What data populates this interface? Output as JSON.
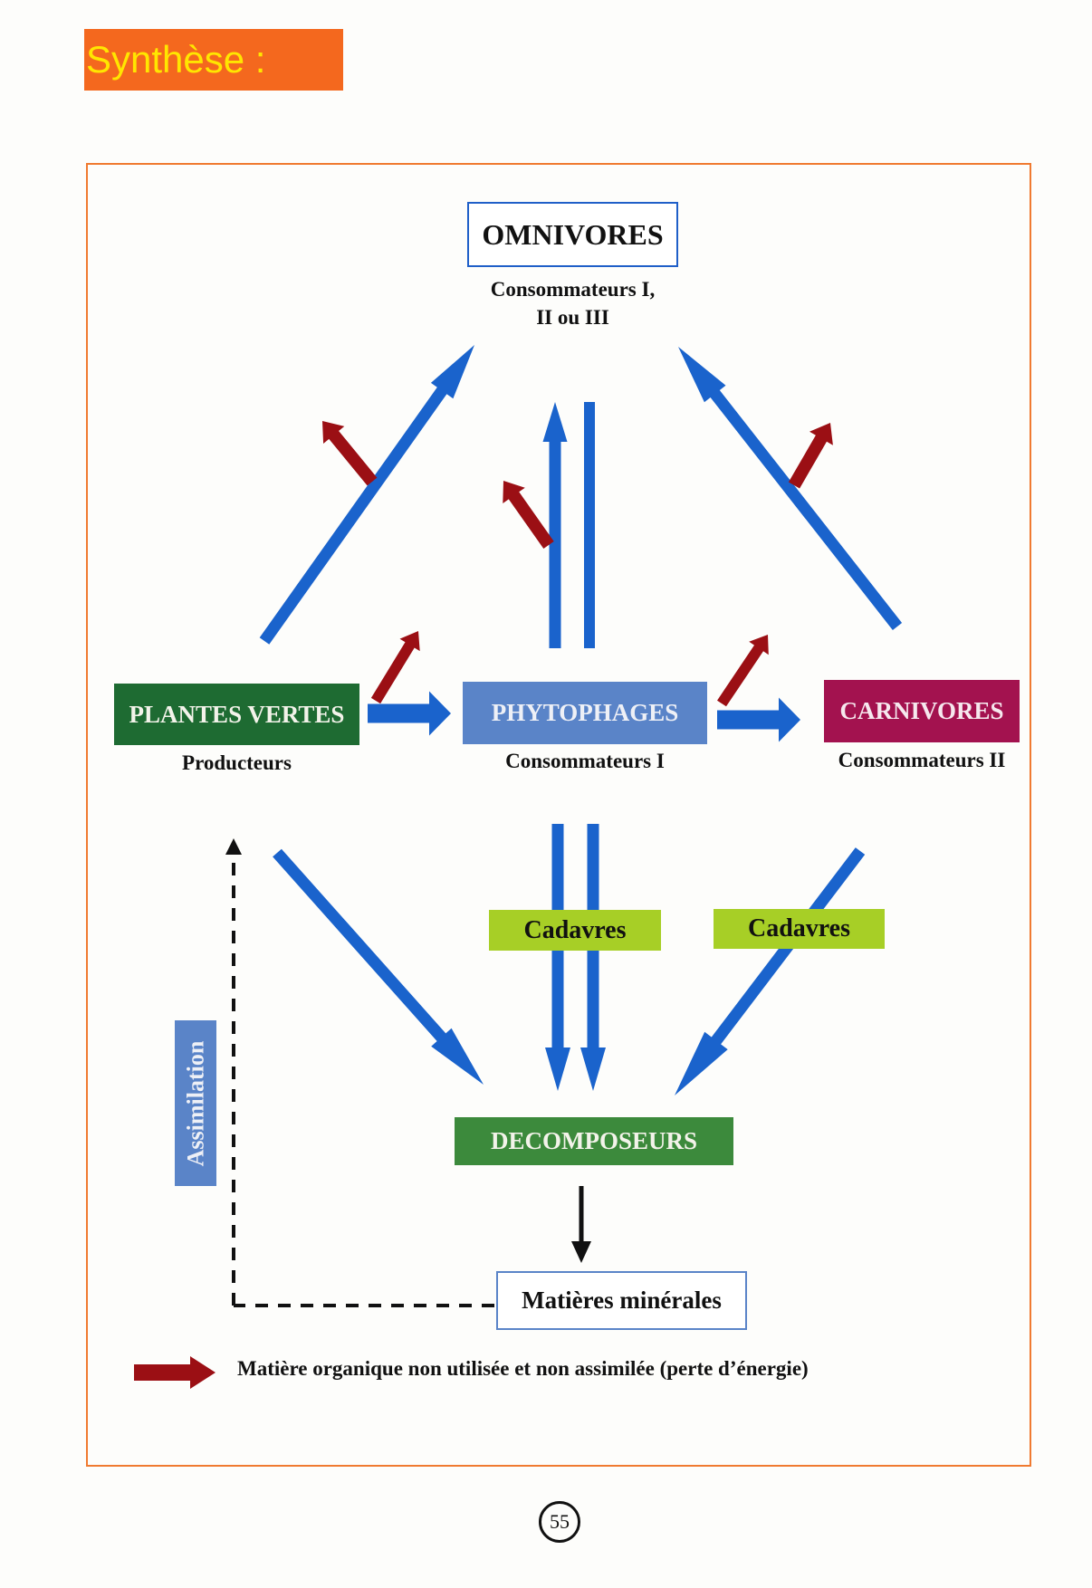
{
  "page": {
    "title": "Synthèse :",
    "page_number": "55"
  },
  "colors": {
    "title_background": "#f4681e",
    "title_text": "#ffe600",
    "frame_border": "#f07a30",
    "flow_arrow": "#1a63cc",
    "energy_loss_arrow": "#9b0f14",
    "producers": "#1e6b32",
    "phytophages": "#5a84c8",
    "carnivores": "#a3124f",
    "cadavres": "#a7cf26",
    "decomposers": "#3c8a3c"
  },
  "nodes": {
    "omnivores": {
      "label": "OMNIVORES",
      "subtitle_line1": "Consommateurs I,",
      "subtitle_line2": "II ou III"
    },
    "plantes_vertes": {
      "label": "PLANTES VERTES",
      "subtitle": "Producteurs"
    },
    "phytophages": {
      "label": "PHYTOPHAGES",
      "subtitle": "Consommateurs I"
    },
    "carnivores": {
      "label": "CARNIVORES",
      "subtitle": "Consommateurs II"
    },
    "cadavres_1": {
      "label": "Cadavres"
    },
    "cadavres_2": {
      "label": "Cadavres"
    },
    "decomposeurs": {
      "label": "DECOMPOSEURS"
    },
    "matieres_minerales": {
      "label": "Matières minérales"
    },
    "assimilation": {
      "label": "Assimilation"
    }
  },
  "edges": [
    {
      "from": "plantes_vertes",
      "to": "omnivores",
      "type": "flow",
      "energy_loss": true
    },
    {
      "from": "phytophages",
      "to": "omnivores",
      "type": "flow",
      "energy_loss": true
    },
    {
      "from": "omnivores",
      "to": "phytophages",
      "type": "line"
    },
    {
      "from": "carnivores",
      "to": "omnivores",
      "type": "flow",
      "energy_loss": true
    },
    {
      "from": "plantes_vertes",
      "to": "phytophages",
      "type": "flow",
      "energy_loss": true
    },
    {
      "from": "phytophages",
      "to": "carnivores",
      "type": "flow",
      "energy_loss": true
    },
    {
      "from": "plantes_vertes",
      "to": "decomposeurs",
      "type": "flow"
    },
    {
      "from": "phytophages",
      "to": "decomposeurs",
      "type": "flow",
      "via": "cadavres_1"
    },
    {
      "from": "phytophages",
      "to": "decomposeurs",
      "type": "flow",
      "via": "cadavres_1"
    },
    {
      "from": "carnivores",
      "to": "decomposeurs",
      "type": "flow",
      "via": "cadavres_2"
    },
    {
      "from": "decomposeurs",
      "to": "matieres_minerales",
      "type": "black-arrow"
    },
    {
      "from": "matieres_minerales",
      "to": "plantes_vertes",
      "type": "dashed",
      "label": "Assimilation"
    }
  ],
  "legend": {
    "items": [
      {
        "icon": "red-arrow-icon",
        "text": "Matière organique non utilisée et non assimilée (perte d’énergie)"
      }
    ]
  }
}
